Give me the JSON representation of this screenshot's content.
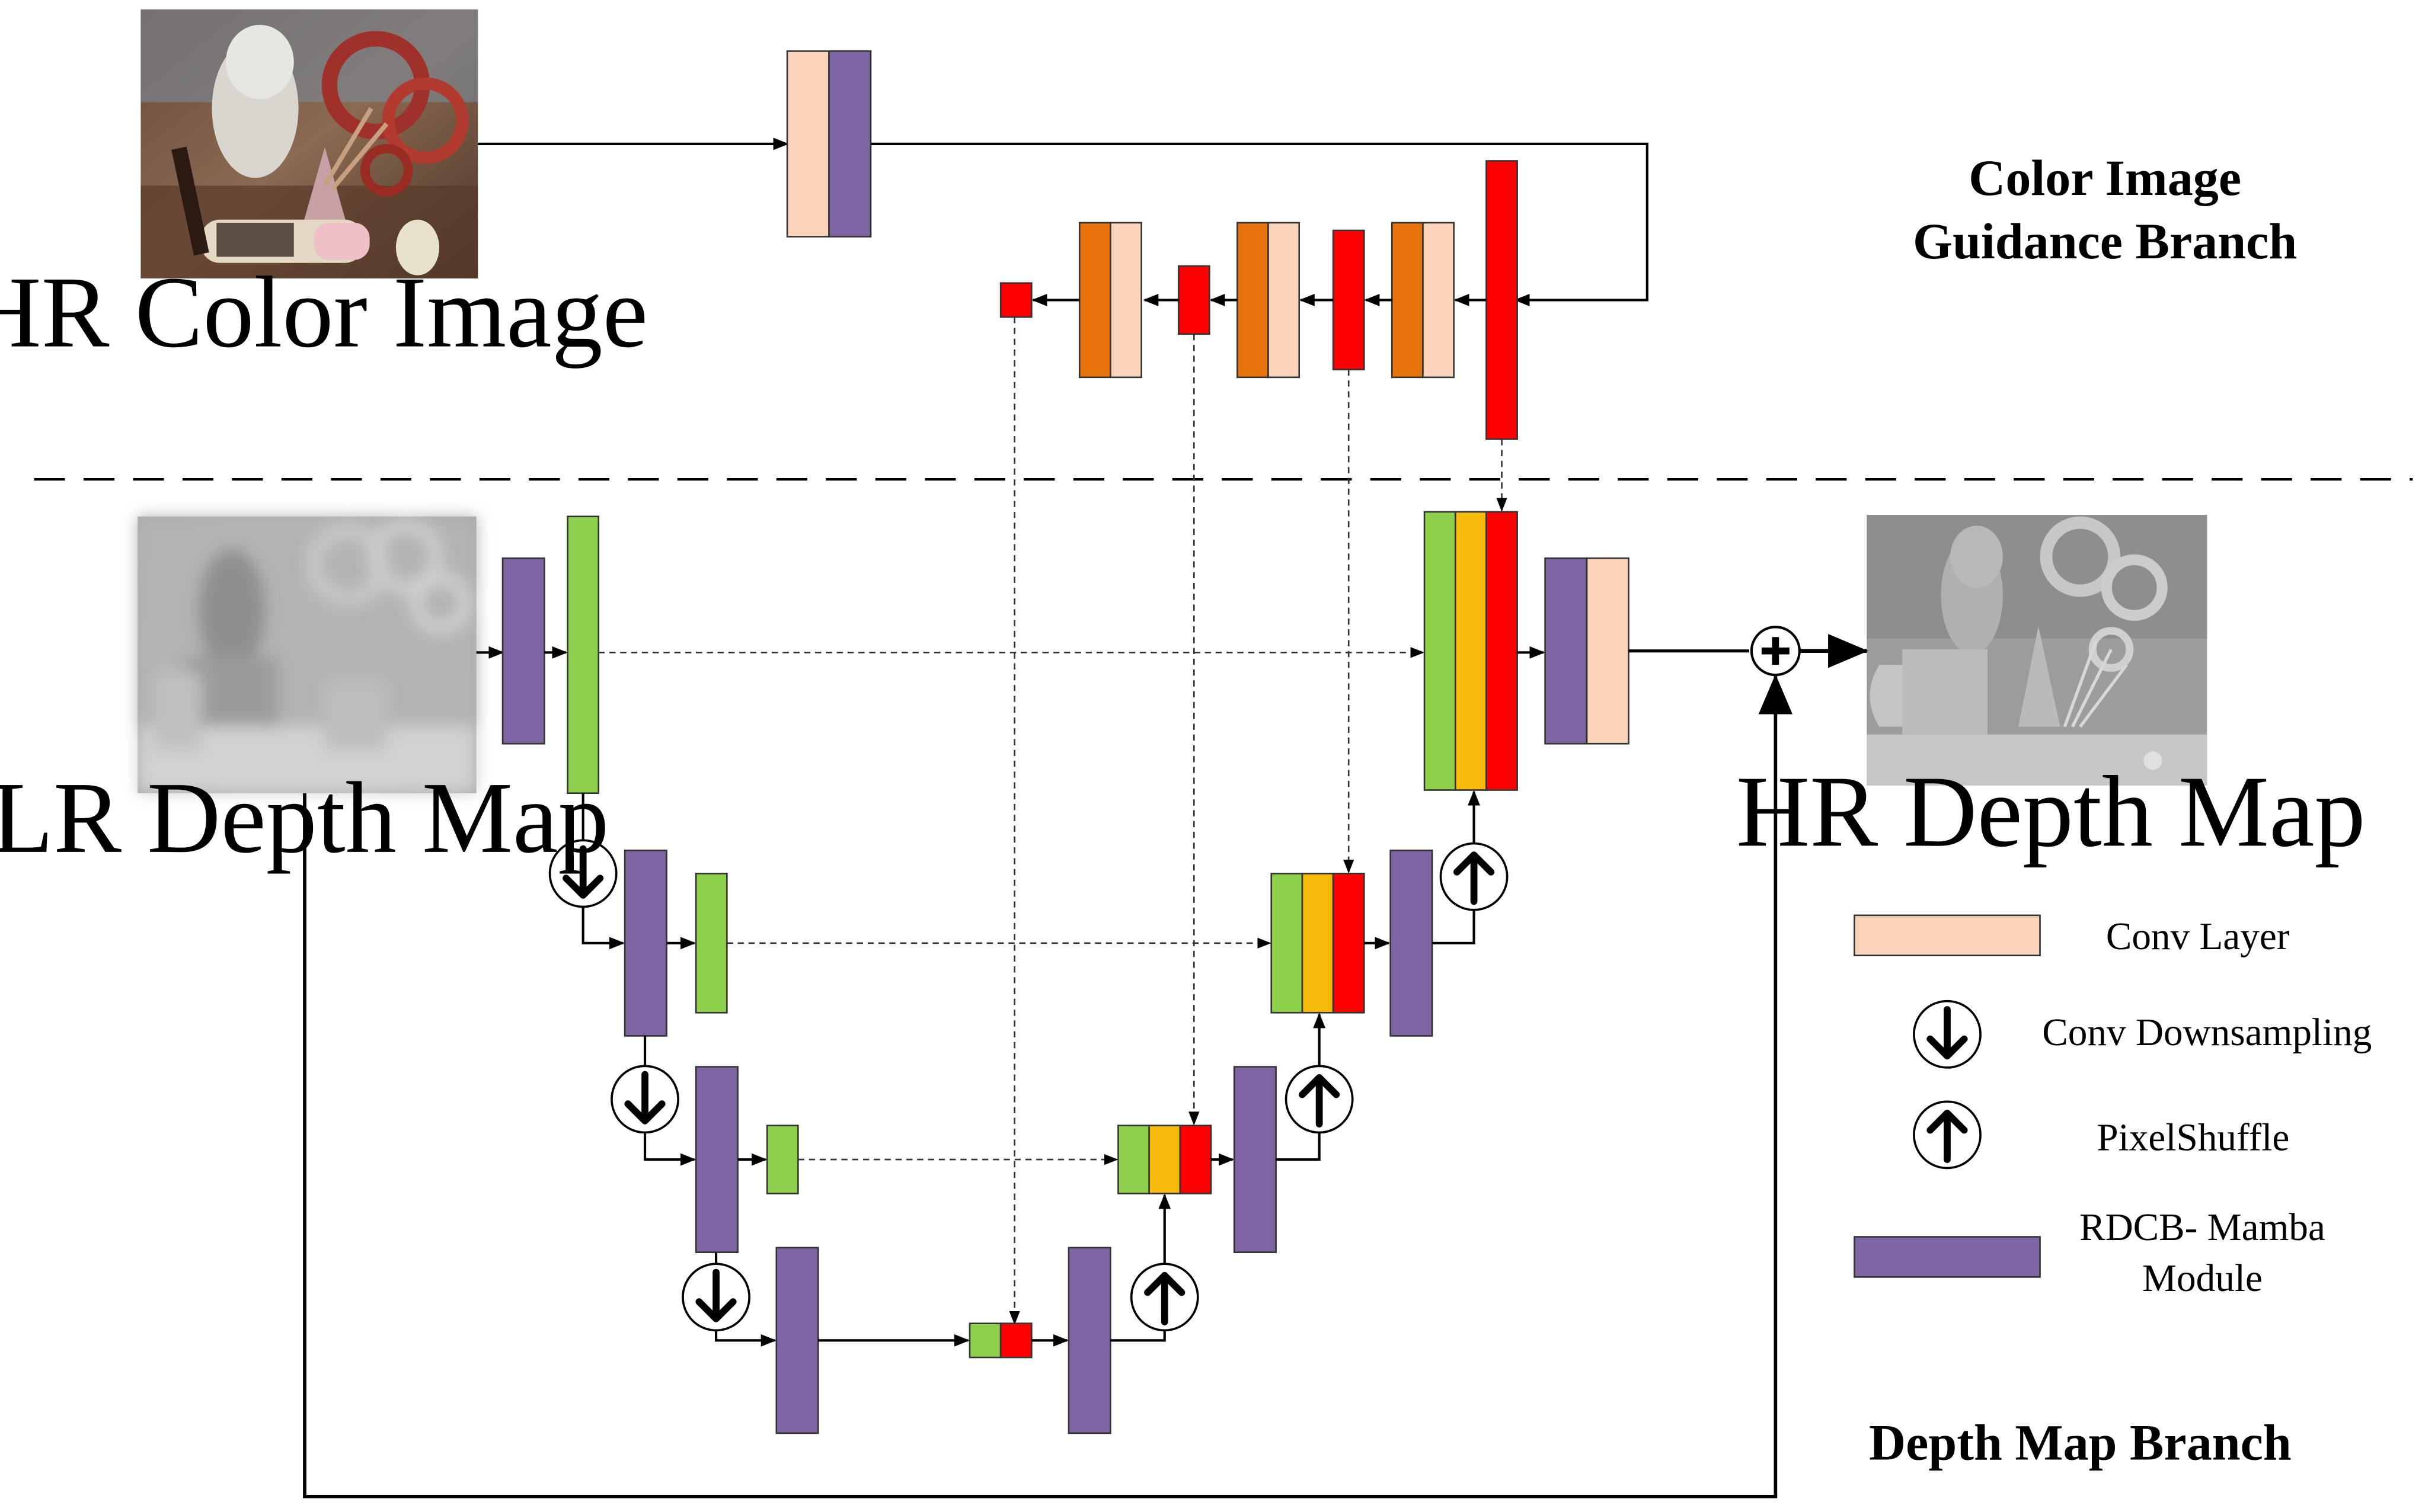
{
  "diagram": {
    "color_branch_title_line1": "Color Image",
    "color_branch_title_line2": "Guidance Branch",
    "depth_branch_title": "Depth Map Branch",
    "hr_color_image_label": "HR Color Image",
    "lr_depth_map_label": "LR Depth Map",
    "hr_depth_map_label": "HR Depth Map"
  },
  "legend": {
    "conv_layer": "Conv Layer",
    "conv_downsampling": "Conv Downsampling",
    "pixelshuffle": "PixelShuffle",
    "rdcb_mamba_line1": "RDCB- Mamba",
    "rdcb_mamba_line2": "Module"
  },
  "colors": {
    "conv_layer": "#FAD3BA",
    "rdcb_mamba": "#7E64A2",
    "green_feature": "#8ED04B",
    "yellow_feature": "#F5BA0B",
    "red_feature": "#FF0000",
    "orange_feature": "#E8720C"
  }
}
